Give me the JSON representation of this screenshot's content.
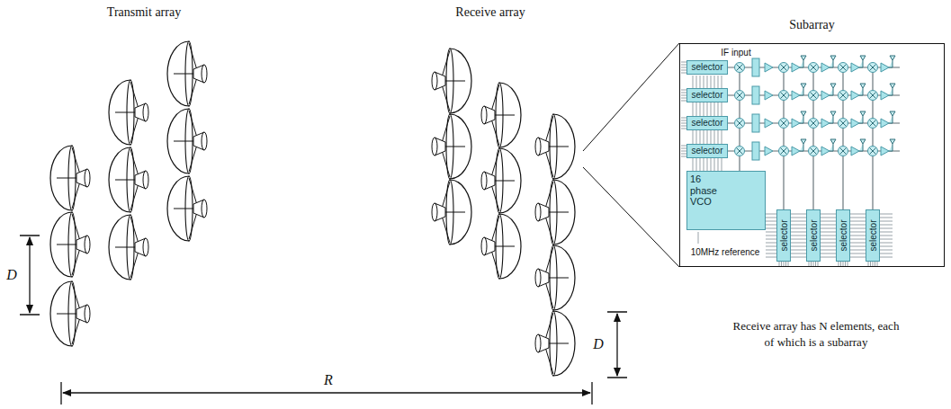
{
  "diagram": {
    "nodes": [
      {
        "text": [
          "Subarray"
        ]
      },
      {
        "text": [
          "selector"
        ],
        "in": 0
      },
      {
        "text": [
          "selector"
        ],
        "in": 0
      },
      {
        "text": [
          "selector"
        ],
        "in": 0
      },
      {
        "text": [
          "selector"
        ],
        "in": 0
      },
      {
        "text": [
          "16 phase VCO"
        ],
        "in": 0
      },
      {
        "text": [
          "selector"
        ],
        "in": 0
      },
      {
        "text": [
          "selector"
        ],
        "in": 0
      },
      {
        "text": [
          "selector"
        ],
        "in": 0
      },
      {
        "text": [
          "selector"
        ],
        "in": 0
      }
    ],
    "labels": [
      "Transmit array",
      "Receive array",
      "IF input",
      "10MHz reference",
      "Receive array has N elements, each of which is a subarray",
      "D",
      "D",
      "R"
    ]
  }
}
